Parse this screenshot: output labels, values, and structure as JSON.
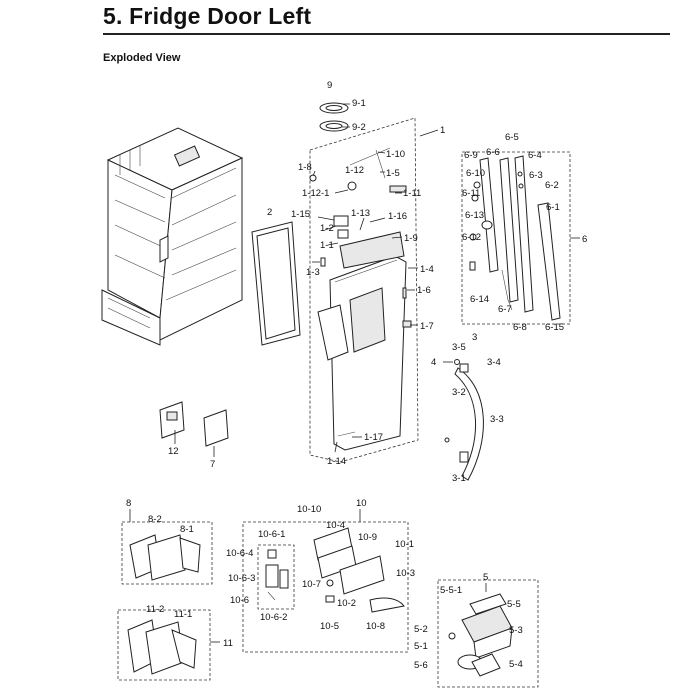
{
  "header": {
    "title": "5.  Fridge Door Left",
    "subtitle": "Exploded View"
  },
  "callouts": {
    "c9": "9",
    "c9_1": "9-1",
    "c9_2": "9-2",
    "c1": "1",
    "c1_8": "1-8",
    "c1_10": "1-10",
    "c1_12": "1-12",
    "c1_5": "1-5",
    "c1_12_1": "1-12-1",
    "c1_11": "1-11",
    "c2": "2",
    "c1_15": "1-15",
    "c1_13": "1-13",
    "c1_16": "1-16",
    "c1_2": "1-2",
    "c1_1": "1-1",
    "c1_9": "1-9",
    "c1_3": "1-3",
    "c1_4": "1-4",
    "c1_6": "1-6",
    "c1_7": "1-7",
    "c1_17": "1-17",
    "c1_14": "1-14",
    "c6_5": "6-5",
    "c6_9": "6-9",
    "c6_6": "6-6",
    "c6_4": "6-4",
    "c6_10": "6-10",
    "c6_3": "6-3",
    "c6_2": "6-2",
    "c6_11": "6-11",
    "c6_1": "6-1",
    "c6_13": "6-13",
    "c6": "6",
    "c6_12": "6-12",
    "c6_14": "6-14",
    "c6_7": "6-7",
    "c6_8": "6-8",
    "c6_15": "6-15",
    "c3": "3",
    "c3_5": "3-5",
    "c4": "4",
    "c3_4": "3-4",
    "c3_2": "3-2",
    "c3_3": "3-3",
    "c3_1": "3-1",
    "c12": "12",
    "c7": "7",
    "c8": "8",
    "c8_2": "8-2",
    "c8_1": "8-1",
    "c11_2": "11-2",
    "c11_1": "11-1",
    "c11": "11",
    "c10": "10",
    "c10_10": "10-10",
    "c10_4": "10-4",
    "c10_6_1": "10-6-1",
    "c10_9": "10-9",
    "c10_1": "10-1",
    "c10_6_4": "10-6-4",
    "c10_6_3": "10-6-3",
    "c10_3": "10-3",
    "c10_7": "10-7",
    "c10_6": "10-6",
    "c10_2": "10-2",
    "c10_6_2": "10-6-2",
    "c10_5": "10-5",
    "c10_8": "10-8",
    "c5": "5",
    "c5_5_1": "5-5-1",
    "c5_5": "5-5",
    "c5_2": "5-2",
    "c5_3": "5-3",
    "c5_1": "5-1",
    "c5_6": "5-6",
    "c5_4": "5-4"
  }
}
